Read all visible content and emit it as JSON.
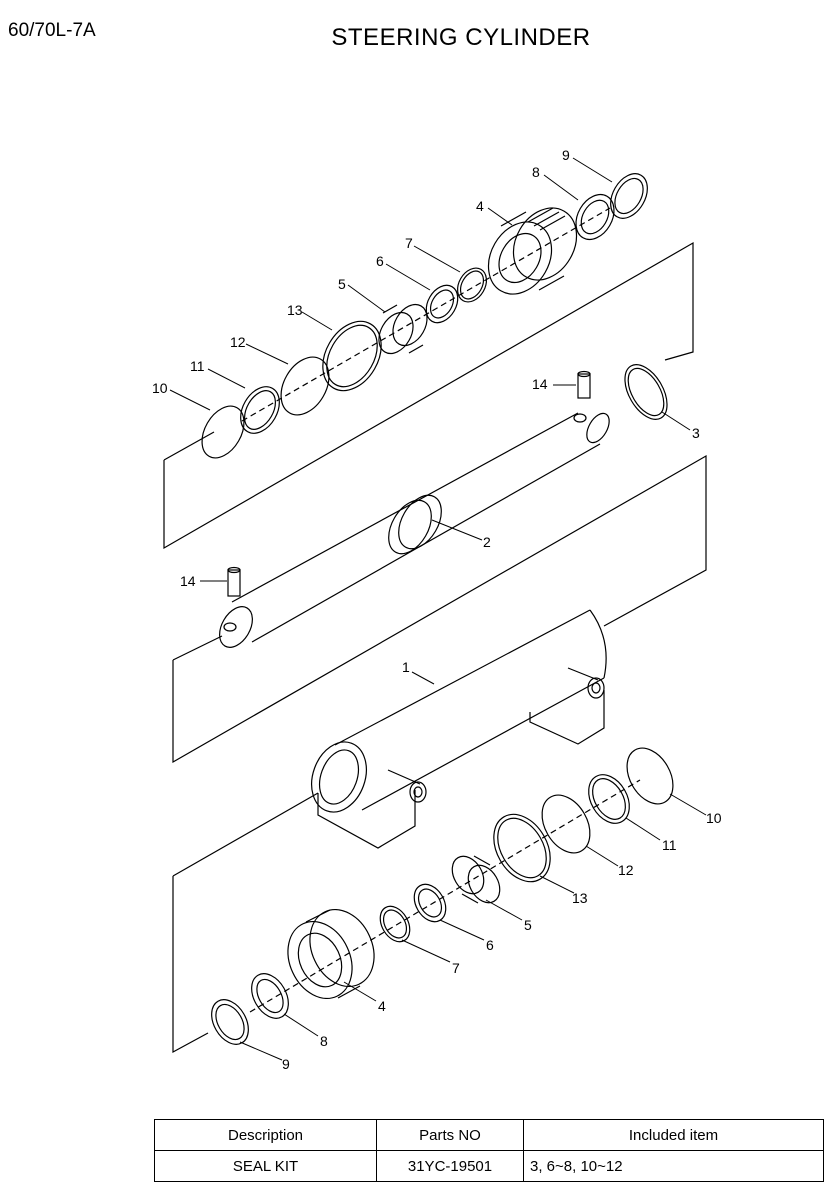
{
  "header": {
    "model": "60/70L-7A",
    "title": "STEERING CYLINDER"
  },
  "callouts": {
    "c1": "1",
    "c2": "2",
    "c3": "3",
    "c4a": "4",
    "c4b": "4",
    "c5a": "5",
    "c5b": "5",
    "c6a": "6",
    "c6b": "6",
    "c7a": "7",
    "c7b": "7",
    "c8a": "8",
    "c8b": "8",
    "c9a": "9",
    "c9b": "9",
    "c10a": "10",
    "c10b": "10",
    "c11a": "11",
    "c11b": "11",
    "c12a": "12",
    "c12b": "12",
    "c13a": "13",
    "c13b": "13",
    "c14a": "14",
    "c14b": "14"
  },
  "kit_table": {
    "headers": [
      "Description",
      "Parts NO",
      "Included item"
    ],
    "rows": [
      [
        "SEAL KIT",
        "31YC-19501",
        "3, 6~8, 10~12"
      ]
    ]
  }
}
